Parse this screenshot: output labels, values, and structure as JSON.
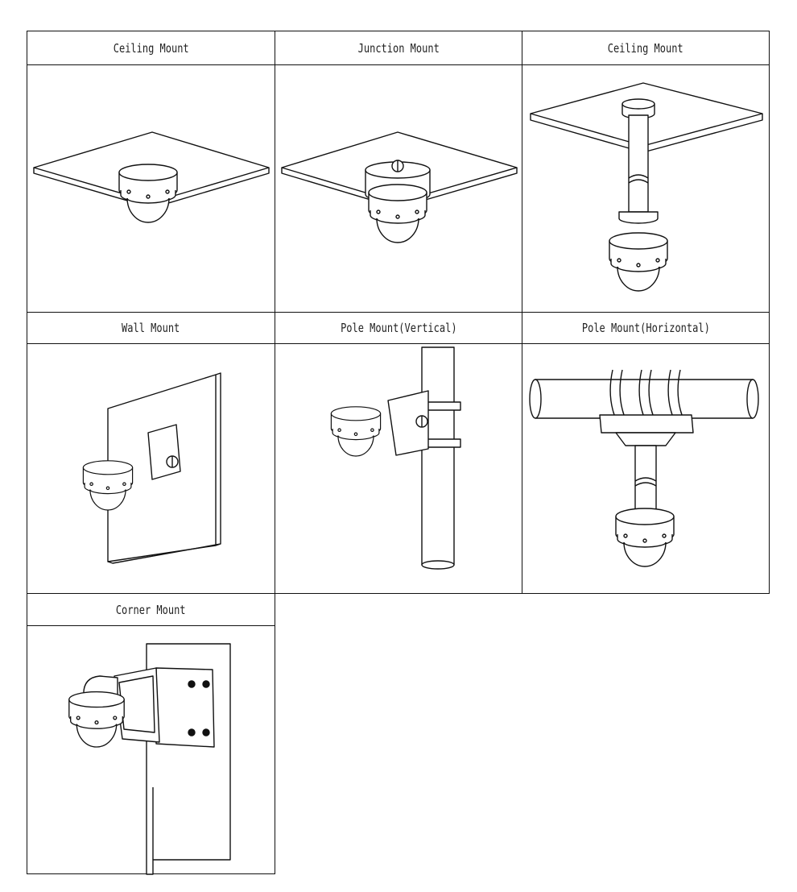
{
  "mounts": [
    {
      "label": "Ceiling Mount"
    },
    {
      "label": "Junction Mount"
    },
    {
      "label": "Ceiling Mount"
    },
    {
      "label": "Wall Mount"
    },
    {
      "label": "Pole Mount(Vertical)"
    },
    {
      "label": "Pole Mount(Horizontal)"
    },
    {
      "label": "Corner Mount"
    }
  ]
}
